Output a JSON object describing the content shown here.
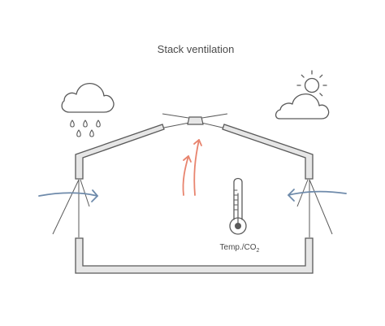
{
  "diagram": {
    "title": "Stack ventilation",
    "sensor_label": {
      "main": "Temp./CO",
      "subscript": "2"
    },
    "icons": {
      "left_weather": "rain-cloud-icon",
      "right_weather": "sun-cloud-icon",
      "sensor": "thermometer-icon",
      "roof_vent": "roof-vent-icon"
    },
    "colors": {
      "outline": "#5a5a5a",
      "wall_fill": "#e6e6e6",
      "cool_air": "#6f8bab",
      "warm_air": "#e8846e"
    }
  }
}
